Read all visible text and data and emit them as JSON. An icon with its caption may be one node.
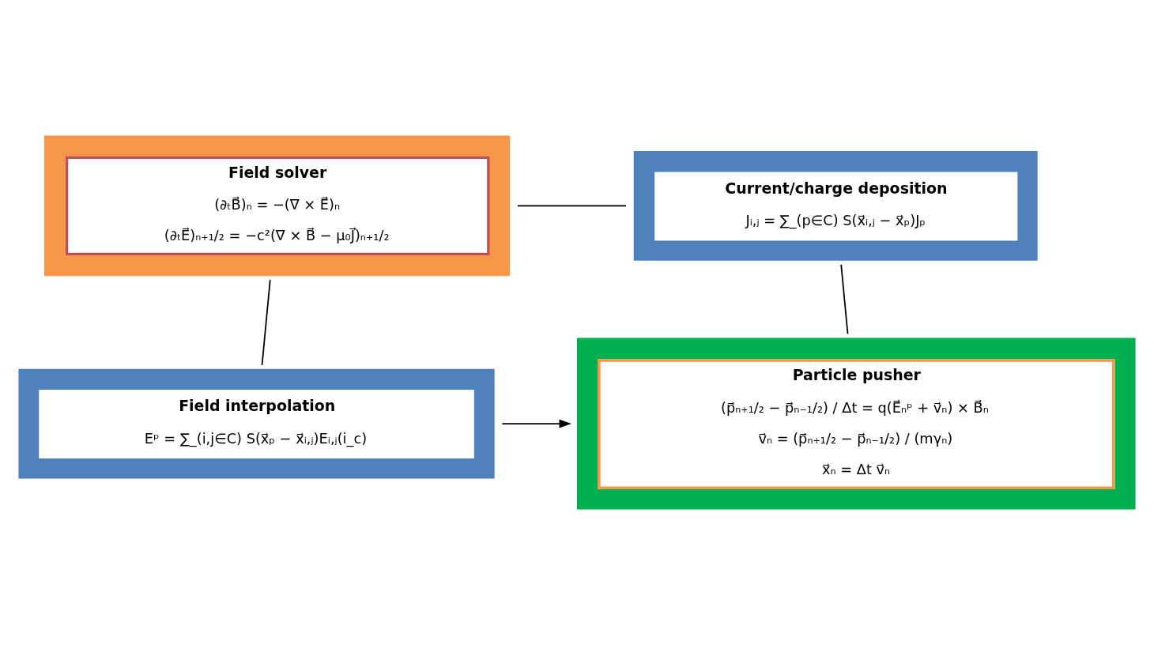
{
  "diagram": {
    "nodes": [
      {
        "text": [
          "Field solver",
          "(∂ₜB⃗)ₙ = −(∇ × E⃗)ₙ",
          "(∂ₜE⃗)ₙ₊₁/₂ = −c²(∇ × B⃗ − μ₀J⃗)ₙ₊₁/₂"
        ]
      },
      {
        "text": [
          "Current/charge deposition",
          "Jᵢ,ⱼ = ∑_(p∈C) S(x⃗ᵢ,ⱼ − x⃗ₚ)Jₚ"
        ]
      },
      {
        "text": [
          "Field interpolation",
          "Eᵖ = ∑_(i,j∈C) S(x⃗ₚ − x⃗ᵢ,ⱼ)Eᵢ,ⱼ(i_c)"
        ]
      },
      {
        "text": [
          "Particle pusher",
          "(p⃗ₙ₊₁/₂ − p⃗ₙ₋₁/₂) / Δt = q(E⃗ₙᵖ + v⃗ₙ) × B⃗ₙ",
          "v⃗ₙ = (p⃗ₙ₊₁/₂ − p⃗ₙ₋₁/₂) / (mγₙ)",
          "x⃗ₙ = Δt v⃗ₙ"
        ]
      }
    ],
    "edges": [
      {
        "from": 0,
        "to": 1,
        "arrow": "none"
      },
      {
        "from": 0,
        "to": 2,
        "arrow": "none"
      },
      {
        "from": 1,
        "to": 3,
        "arrow": "none"
      },
      {
        "from": 2,
        "to": 3,
        "arrow": "to"
      }
    ]
  }
}
